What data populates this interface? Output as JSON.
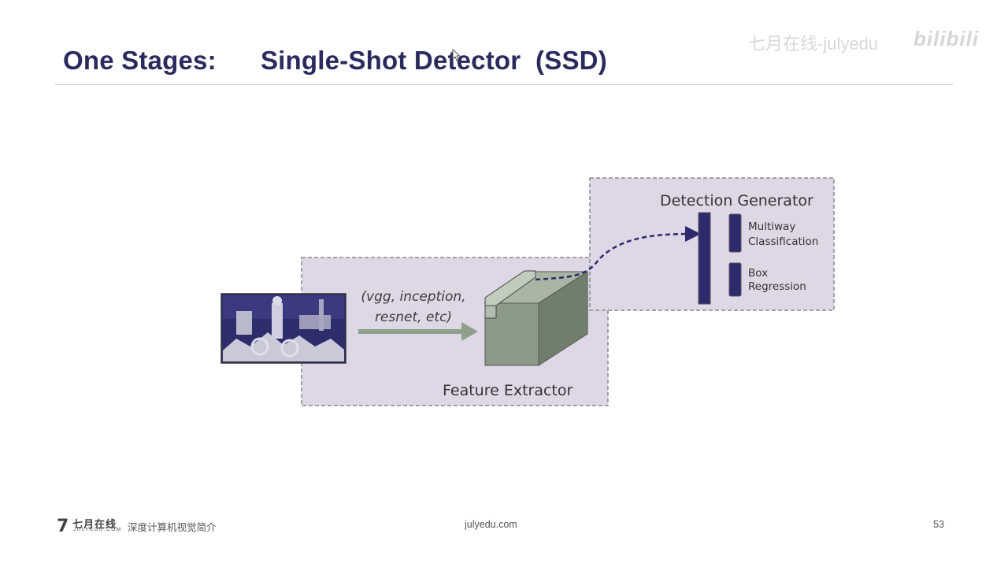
{
  "slide": {
    "title": "One Stages:      Single-Shot Detector  (SSD)",
    "page_number": "53"
  },
  "watermark": {
    "text": "七月在线-julyedu",
    "logo": "bilibili"
  },
  "diagram": {
    "feature_extractor_label": "Feature Extractor",
    "backbone_line1": "(vgg, inception,",
    "backbone_line2": "resnet, etc)",
    "detection_generator_label": "Detection Generator",
    "head_classification_line1": "Multiway",
    "head_classification_line2": "Classification",
    "head_regression_line1": "Box",
    "head_regression_line2": "Regression",
    "colors": {
      "panel_fill": "#ded8e6",
      "panel_border": "#8a8a8a",
      "cube_front": "#8a9a86",
      "cube_top": "#a9b6a4",
      "cube_side": "#6f7f6c",
      "arrow": "#8fa08a",
      "bar_fill": "#2d2a6e",
      "title_color": "#2a2a5e"
    }
  },
  "footer": {
    "logo_cn": "七月在线",
    "logo_en": "JULYEDU.COM",
    "course": "深度计算机视觉简介",
    "url": "julyedu.com"
  }
}
